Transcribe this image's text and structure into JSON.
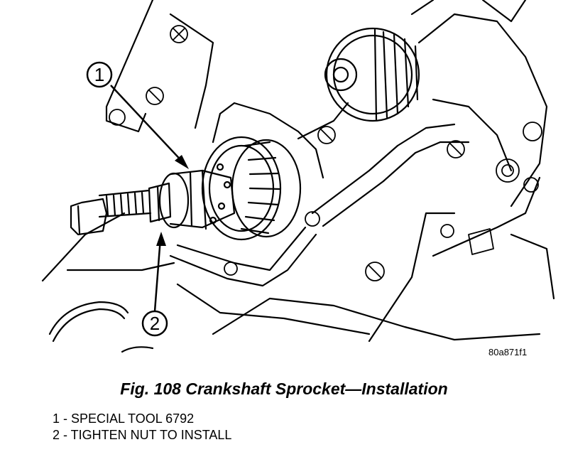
{
  "figure": {
    "callouts": [
      {
        "number": "1"
      },
      {
        "number": "2"
      }
    ],
    "figure_id": "80a871f1"
  },
  "caption": "Fig. 108 Crankshaft Sprocket—Installation",
  "legend": [
    "1 - SPECIAL TOOL 6792",
    "2 - TIGHTEN NUT TO INSTALL"
  ]
}
